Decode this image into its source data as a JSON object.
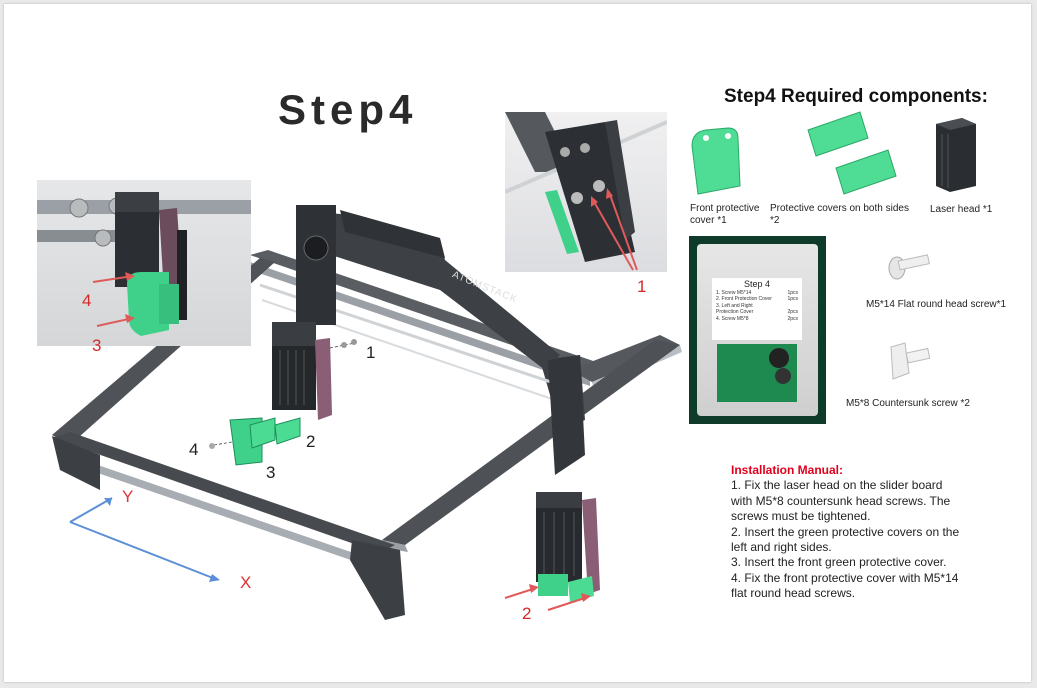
{
  "step_title": "Step4",
  "required_title": "Step4 Required components:",
  "components": {
    "front_cover": "Front protective cover *1",
    "side_covers": "Protective covers on both sides *2",
    "laser_head": "Laser head *1",
    "m5x14": "M5*14 Flat round head screw*1",
    "m5x8": "M5*8 Countersunk screw *2"
  },
  "bag_card": {
    "title": "Step 4",
    "items": [
      {
        "name": "1. Screw M5*14",
        "qty": "1pcs"
      },
      {
        "name": "2. Front Protection Cover",
        "qty": "1pcs"
      },
      {
        "name": "3. Left and Right",
        "qty": ""
      },
      {
        "name": "Protection Cover",
        "qty": "2pcs"
      },
      {
        "name": "4. Screw M5*8",
        "qty": "2pcs"
      }
    ]
  },
  "brand_text": "ATOMSTACK",
  "manual": {
    "heading": "Installation Manual:",
    "lines": [
      "1. Fix the laser head on the slider board",
      "with M5*8 countersunk head screws. The",
      "screws must be tightened.",
      "2. Insert the green protective covers on the",
      "left and right sides.",
      "3. Insert the front green protective cover.",
      "4. Fix the front protective cover with M5*14",
      "flat round head screws."
    ]
  },
  "callouts": {
    "inset_left_4": "4",
    "inset_left_3": "3",
    "inset_top_1": "1",
    "main_1": "1",
    "main_2": "2",
    "main_3": "3",
    "main_4": "4",
    "inset_bottom_2": "2"
  },
  "axes": {
    "y": "Y",
    "x": "X"
  },
  "colors": {
    "callout_red": "#d62a2a",
    "manual_heading": "#e0001b",
    "axis_arrow": "#5b8fd6",
    "cover_green": "#3fd18a"
  }
}
